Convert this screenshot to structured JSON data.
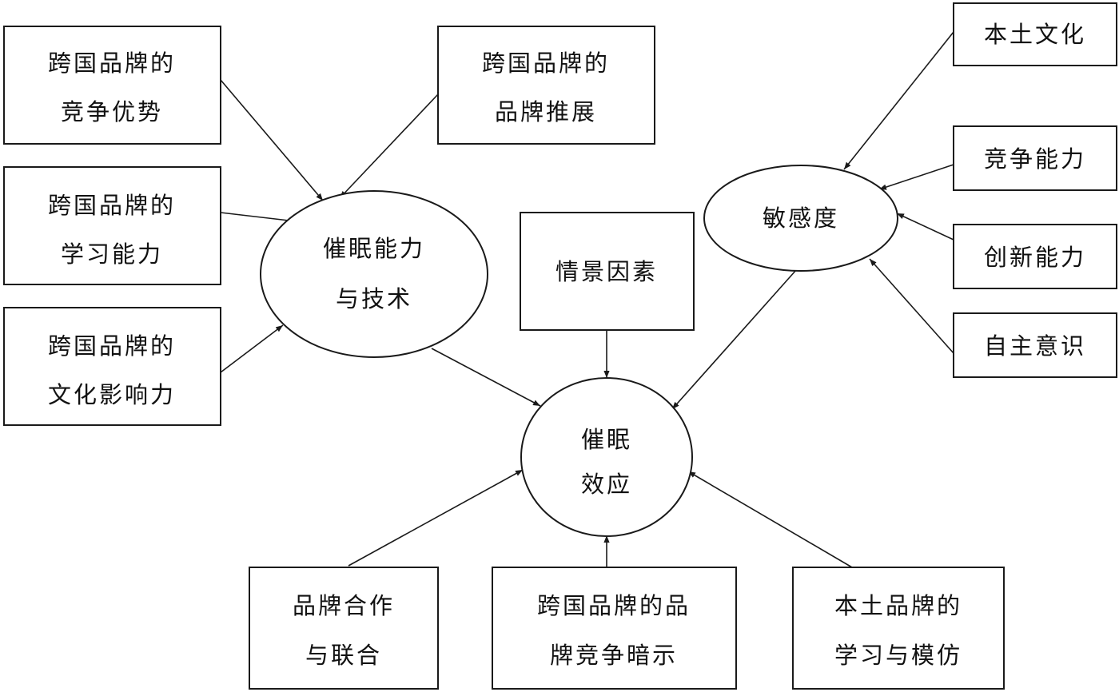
{
  "nodes": {
    "a_comp": {
      "lines": [
        "跨国品牌的",
        "竞争优势"
      ]
    },
    "a_ext": {
      "lines": [
        "跨国品牌的",
        "品牌推展"
      ]
    },
    "a_learn": {
      "lines": [
        "跨国品牌的",
        "学习能力"
      ]
    },
    "a_cult": {
      "lines": [
        "跨国品牌的",
        "文化影响力"
      ]
    },
    "hyp": {
      "lines": [
        "催眠能力",
        "与技术"
      ]
    },
    "sit": {
      "lines": [
        "情景因素"
      ]
    },
    "sens": {
      "lines": [
        "敏感度"
      ]
    },
    "local": {
      "lines": [
        "本土文化"
      ]
    },
    "compete": {
      "lines": [
        "竞争能力"
      ]
    },
    "innov": {
      "lines": [
        "创新能力"
      ]
    },
    "auto": {
      "lines": [
        "自主意识"
      ]
    },
    "effect": {
      "lines": [
        "催眠",
        "效应"
      ]
    },
    "coop": {
      "lines": [
        "品牌合作",
        "与联合"
      ]
    },
    "hint": {
      "lines": [
        "跨国品牌的品",
        "牌竞争暗示"
      ]
    },
    "imit": {
      "lines": [
        "本土品牌的",
        "学习与模仿"
      ]
    }
  }
}
